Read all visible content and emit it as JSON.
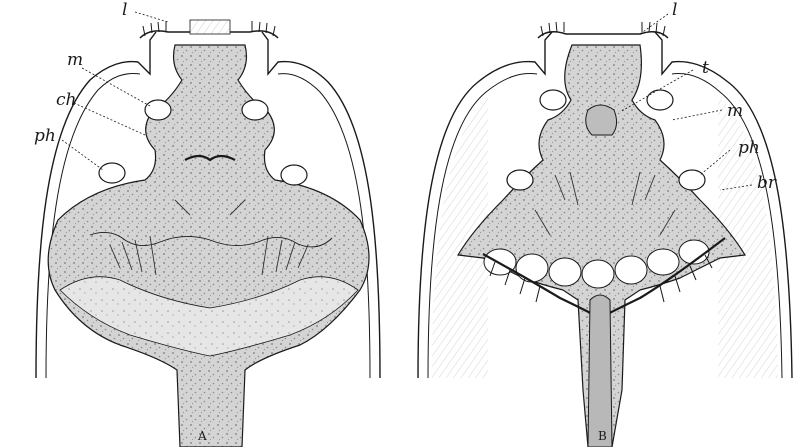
{
  "panels": [
    {
      "caption": "A",
      "labels": {
        "l": "l",
        "m": "m",
        "ch": "ch",
        "ph": "ph"
      }
    },
    {
      "caption": "B",
      "labels": {
        "l": "l",
        "t": "t",
        "m": "m",
        "ph": "ph",
        "br": "br"
      }
    }
  ],
  "colors": {
    "ink": "#1a1a1a",
    "tissue": "#c9c9c9",
    "background": "#ffffff"
  }
}
